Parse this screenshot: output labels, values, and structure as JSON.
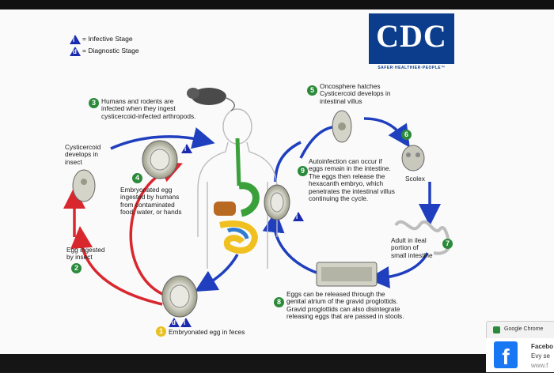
{
  "legend": {
    "infective_letter": "i",
    "infective_label": "= Infective Stage",
    "diagnostic_letter": "d",
    "diagnostic_label": "= Diagnostic Stage"
  },
  "logo": {
    "text": "CDC",
    "tagline": "SAFER·HEALTHIER·PEOPLE™"
  },
  "steps": [
    {
      "n": "3",
      "text": "Humans and rodents are\ninfected when they ingest\ncysticercoid-infected arthropods.",
      "color": "#2a8a3a"
    },
    {
      "n": "5",
      "text": "Oncosphere hatches\nCysticercoid develops in\nintestinal villus",
      "color": "#2a8a3a"
    },
    {
      "n": "6",
      "text": "Scolex",
      "color": "#2a8a3a"
    },
    {
      "n": "4",
      "text": "Embryonated egg\ningested by humans\nfrom contaminated\nfood, water, or hands",
      "color": "#2a8a3a"
    },
    {
      "n": "9",
      "text": "Autoinfection can occur if\neggs remain in the intestine.\nThe eggs then release the\nhexacanth embryo, which\npenetrates the intestinal villus\ncontinuing the cycle.",
      "color": "#2a8a3a"
    },
    {
      "n": "7",
      "text": "Adult in ileal\nportion of\nsmall intestine",
      "color": "#2a8a3a"
    },
    {
      "n": "2",
      "text": "Egg ingested\nby insect",
      "color": "#2a8a3a"
    },
    {
      "n": "8",
      "text": "Eggs can be released through the\ngenital atrium of the gravid proglottids.\nGravid proglottids can also disintegrate\nreleasing eggs that are passed in stools.",
      "color": "#2a8a3a"
    },
    {
      "n": "1",
      "text": "Embryonated egg in feces",
      "color": "#e8c020"
    }
  ],
  "other_labels": {
    "cysticercoid": "Cysticercoid\ndevelops in\ninsect"
  },
  "badges": {
    "infective": "i",
    "diagnostic": "d"
  },
  "colors": {
    "red_arrow": "#d9272e",
    "blue_arrow": "#1f3fbf",
    "step_green": "#2a8a3a",
    "step_yellow": "#e8c020",
    "cdc_blue": "#0b3d8c"
  },
  "overlay": {
    "chrome_label": "Google Chrome",
    "fb_title": "Facebo",
    "fb_sub": "Evy se",
    "fb_url": "www.f"
  }
}
